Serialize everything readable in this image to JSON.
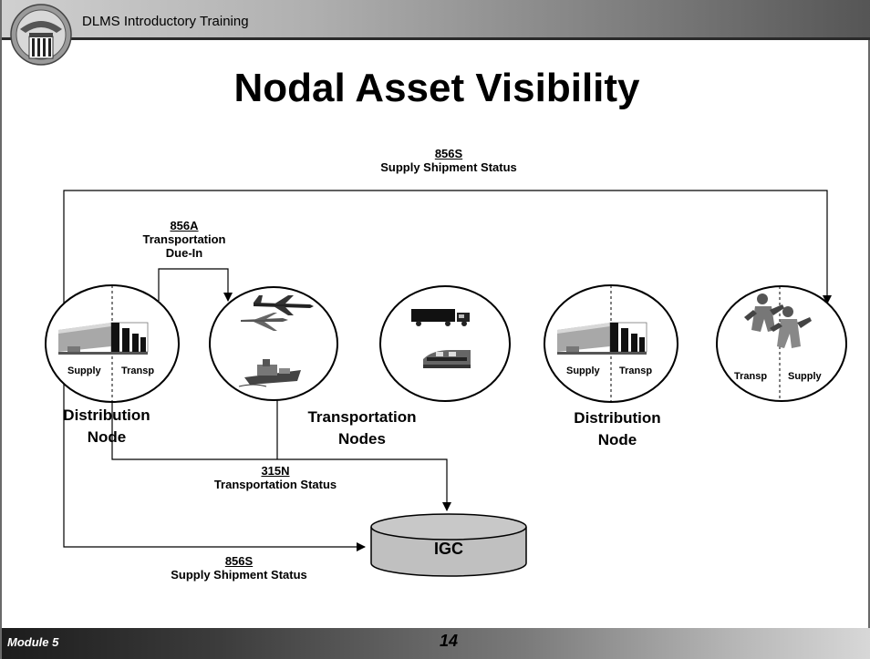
{
  "header": {
    "title": "DLMS Introductory Training"
  },
  "slide": {
    "title": "Nodal Asset Visibility"
  },
  "flows": {
    "top_856s": {
      "code": "856S",
      "desc": "Supply Shipment Status"
    },
    "due_in_856a": {
      "code": "856A",
      "desc_line1": "Transportation",
      "desc_line2": "Due-In"
    },
    "status_315n": {
      "code": "315N",
      "desc": "Transportation Status"
    },
    "bottom_856s": {
      "code": "856S",
      "desc": "Supply Shipment Status"
    }
  },
  "nodes": {
    "distribution_1": {
      "left_label": "Supply",
      "right_label": "Transp",
      "name_line1": "Distribution",
      "name_line2": "Node"
    },
    "transportation": {
      "name_line1": "Transportation",
      "name_line2": "Nodes"
    },
    "distribution_2": {
      "left_label": "Supply",
      "right_label": "Transp",
      "name_line1": "Distribution",
      "name_line2": "Node"
    },
    "customer": {
      "left_label": "Transp",
      "right_label": "Supply"
    }
  },
  "igc": {
    "label": "IGC"
  },
  "footer": {
    "module": "Module 5",
    "page": "14"
  },
  "icons": {
    "seal": "dla-seal-icon",
    "warehouse": "warehouse-icon",
    "airplane": "airplane-icon",
    "ship": "ship-icon",
    "truck": "truck-icon",
    "train": "train-icon",
    "soldiers": "soldiers-icon",
    "database": "database-icon"
  },
  "colors": {
    "header_dark": "#2a2a2a",
    "igc_fill": "#c0c0c0"
  }
}
